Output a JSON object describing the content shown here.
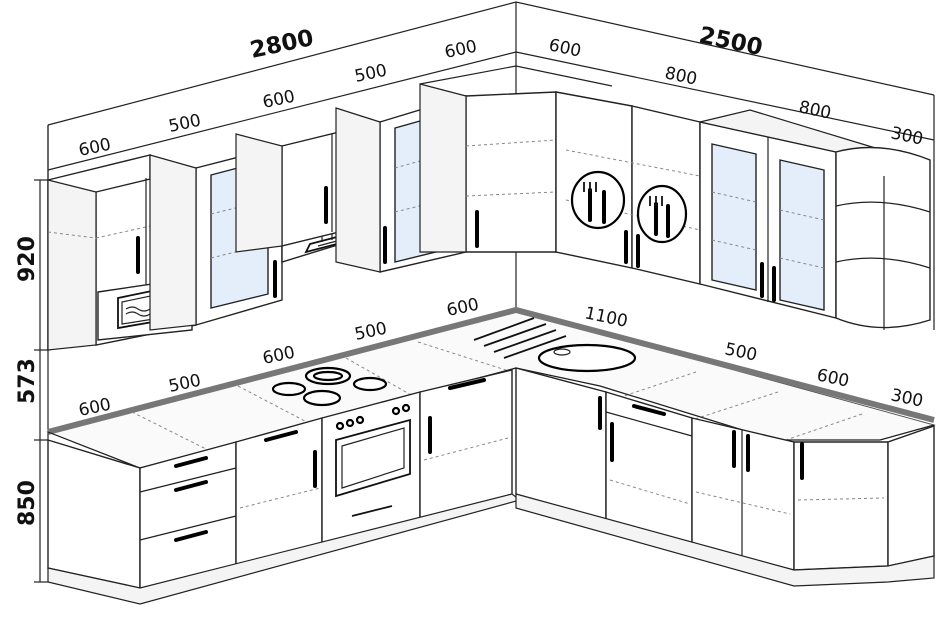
{
  "dimensions": {
    "wall_left_total": "2800",
    "wall_right_total": "2500",
    "upper_left": [
      "600",
      "500",
      "600",
      "500",
      "600"
    ],
    "upper_right": [
      "600",
      "800",
      "800",
      "300"
    ],
    "base_left": [
      "600",
      "500",
      "600",
      "500",
      "600"
    ],
    "base_right": [
      "1100",
      "500",
      "600",
      "300"
    ],
    "height_upper": "920",
    "height_gap": "573",
    "height_base": "850"
  }
}
